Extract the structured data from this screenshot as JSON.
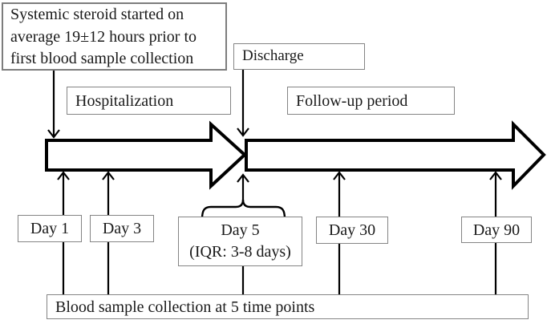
{
  "figure": {
    "steroid_note": {
      "lines": [
        "Systemic steroid started on",
        "average 19±12 hours prior to",
        "first blood sample collection"
      ]
    },
    "labels": {
      "discharge": "Discharge",
      "hospitalization": "Hospitalization",
      "followup": "Follow-up period",
      "bottom": "Blood sample collection at 5 time points"
    },
    "timepoints": [
      {
        "label": "Day 1"
      },
      {
        "label": "Day 3"
      },
      {
        "label": "Day 5",
        "detail": "(IQR: 3-8 days)"
      },
      {
        "label": "Day 30"
      },
      {
        "label": "Day 90"
      }
    ],
    "colors": {
      "line": "#000000",
      "box_border": "#848484",
      "background": "#ffffff",
      "text": "#1a1a1a"
    }
  }
}
